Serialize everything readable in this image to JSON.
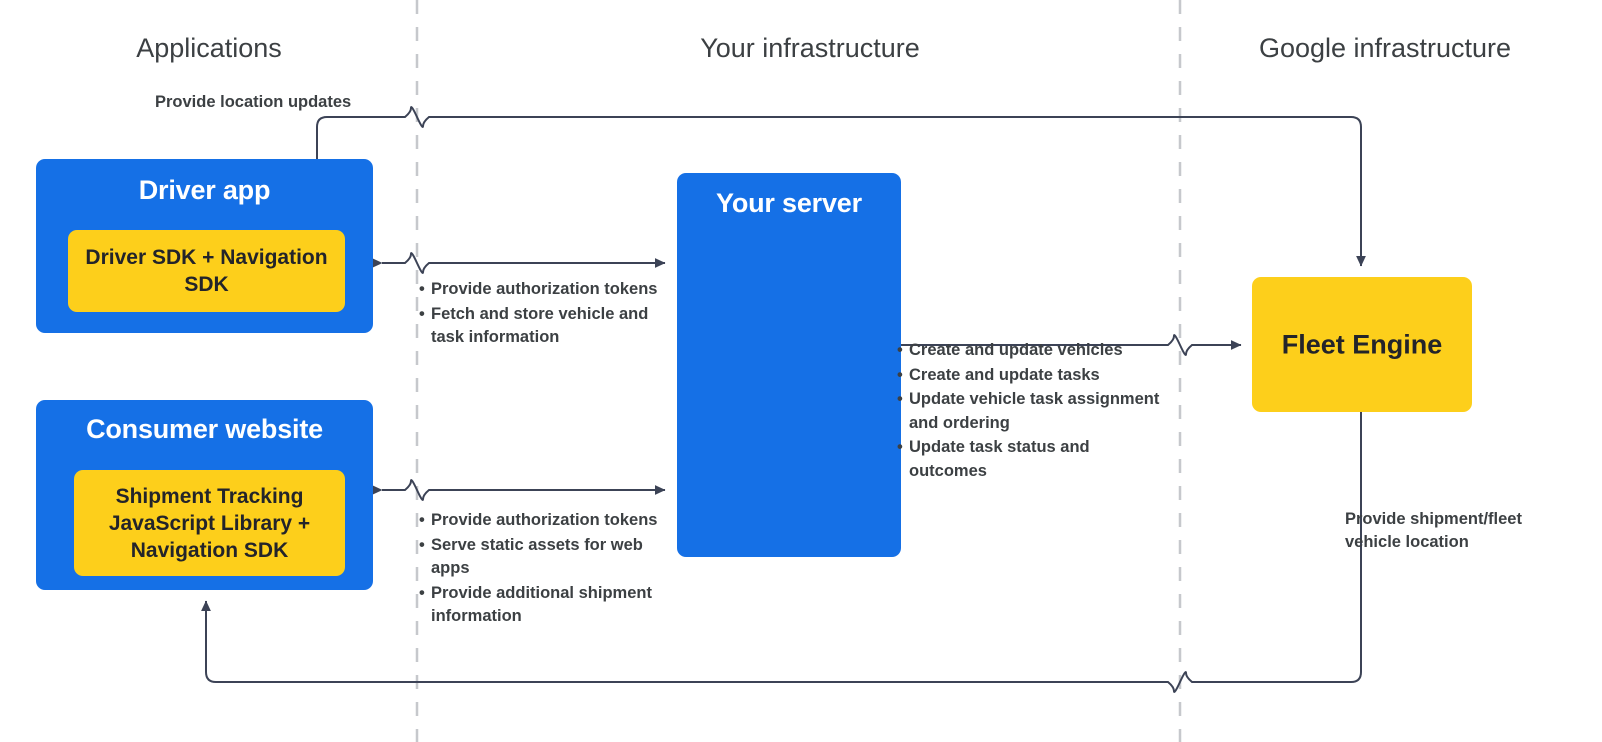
{
  "lanes": [
    {
      "label": "Applications"
    },
    {
      "label": "Your infrastructure"
    },
    {
      "label": "Google infrastructure"
    }
  ],
  "nodes": {
    "driver_app": {
      "title": "Driver app",
      "chip": "Driver SDK +\nNavigation SDK"
    },
    "consumer_website": {
      "title": "Consumer website",
      "chip": "Shipment Tracking\nJavaScript Library  +\nNavigation SDK"
    },
    "your_server": {
      "title": "Your server"
    },
    "fleet_engine": {
      "title": "Fleet Engine"
    }
  },
  "annotations": {
    "location_updates": "Provide location updates",
    "shipment_fleet_location": "Provide shipment/fleet\nvehicle location",
    "driver_server_bullets": [
      "Provide authorization\ntokens",
      "Fetch and store vehicle\nand task information"
    ],
    "consumer_server_bullets": [
      "Provide authorization\ntokens",
      "Serve static assets\nfor web apps",
      "Provide additional\nshipment information"
    ],
    "server_fleet_bullets": [
      "Create and update vehicles",
      "Create and update tasks",
      "Update vehicle task\nassignment and ordering",
      "Update task status and\noutcomes"
    ]
  },
  "colors": {
    "blue": "#1570e6",
    "yellow": "#fdcf1b",
    "text_dark": "#3c4043",
    "line": "#3c4356",
    "divider": "#c6c8cc"
  }
}
